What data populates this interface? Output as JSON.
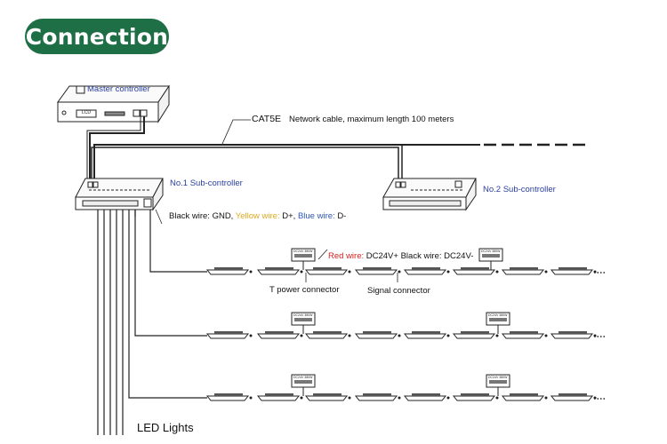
{
  "heading": {
    "text": "Connection",
    "background_color": "#1f6f46"
  },
  "colors": {
    "line": "#222222",
    "controller_label": "#2a3f9c",
    "yellow_wire": "#e0a820",
    "blue_wire": "#2a56b8",
    "red_wire": "#d22020"
  },
  "master_controller": {
    "label": "Master controller",
    "panel_label": "LCD"
  },
  "network_cable": {
    "type_label": "CAT5E",
    "description": "Network cable, maximum length 100 meters"
  },
  "sub_controllers": [
    {
      "label": "No.1 Sub-controller"
    },
    {
      "label": "No.2 Sub-controller"
    }
  ],
  "wiring_legend": {
    "black_label": "Black wire: GND,",
    "yellow_label": "Yellow wire:",
    "yellow_value": "D+,",
    "blue_label": "Blue wire:",
    "blue_value": "D-"
  },
  "power_legend": {
    "red_label": "Red wire:",
    "red_value": "DC24V+",
    "black_label": "Black wire: DC24V-"
  },
  "power_box_label": "DC24V 380W",
  "connector_labels": {
    "t_power": "T power connector",
    "signal": "Signal connector"
  },
  "led_label": "LED Lights"
}
